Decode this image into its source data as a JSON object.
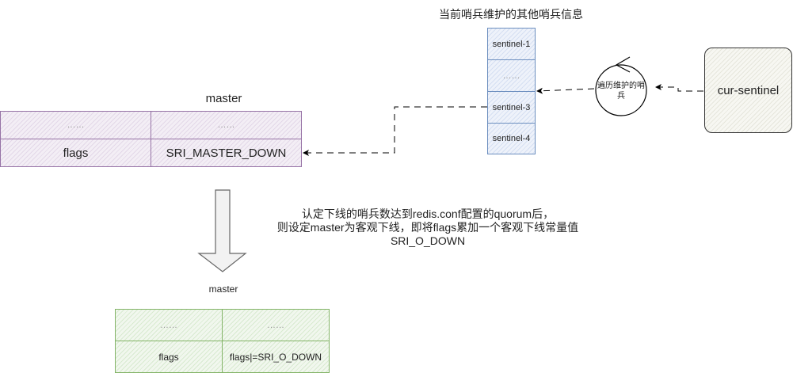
{
  "colors": {
    "master_before": "#9673a6",
    "sentinel_list": "#6c8ebf",
    "master_after": "#82b366",
    "connector": "#000000"
  },
  "master_before": {
    "title": "master",
    "rows": [
      {
        "key": "……",
        "value": "……"
      },
      {
        "key": "flags",
        "value": "SRI_MASTER_DOWN"
      }
    ]
  },
  "sentinel_list": {
    "title": "当前哨兵维护的其他哨兵信息",
    "items": [
      "sentinel-1",
      "……",
      "sentinel-3",
      "sentinel-4"
    ]
  },
  "loop_circle": {
    "label": "遍历维护的哨兵"
  },
  "cur_sentinel": {
    "label": "cur-sentinel"
  },
  "transition": {
    "line1": "认定下线的哨兵数达到redis.conf配置的quorum后，",
    "line2": "则设定master为客观下线，即将flags累加一个客观下线常量值",
    "line3": "SRI_O_DOWN"
  },
  "master_after": {
    "title": "master",
    "rows": [
      {
        "key": "……",
        "value": "……"
      },
      {
        "key": "flags",
        "value": "flags|=SRI_O_DOWN"
      }
    ]
  }
}
